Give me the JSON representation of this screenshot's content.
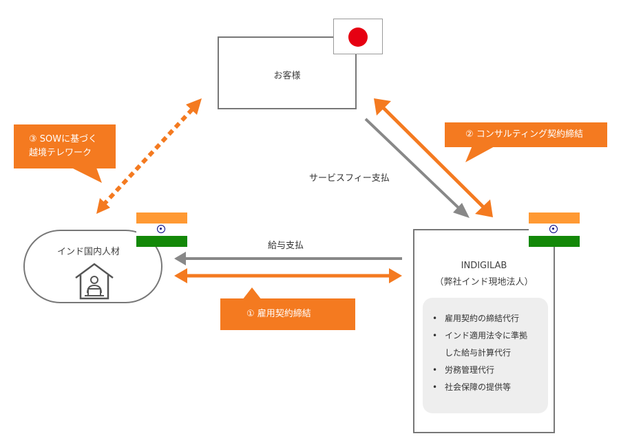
{
  "nodes": {
    "customer": {
      "label": "お客様"
    },
    "talent": {
      "label": "インド国内人材"
    },
    "indigilab": {
      "title": "INDIGILAB",
      "subtitle": "（弊社インド現地法人）",
      "services": {
        "item1": "雇用契約の締結代行",
        "item2_line1": "インド適用法令に準拠",
        "item2_line2": "した給与計算代行",
        "item3": "労務管理代行",
        "item4": "社会保障の提供等"
      }
    }
  },
  "flows": {
    "service_fee": "サービスフィー支払",
    "salary": "給与支払"
  },
  "callouts": {
    "employment": "① 雇用契約締結",
    "consulting": "② コンサルティング契約締結",
    "sow_line1": "③ SOWに基づく",
    "sow_line2": "越境テレワーク"
  },
  "colors": {
    "accent": "#f47a20",
    "gray_arrow": "#888888",
    "box_border": "#777777"
  },
  "icons": {
    "flag_japan": "japan-flag",
    "flag_india": "india-flag",
    "home_worker": "home-worker-icon"
  }
}
